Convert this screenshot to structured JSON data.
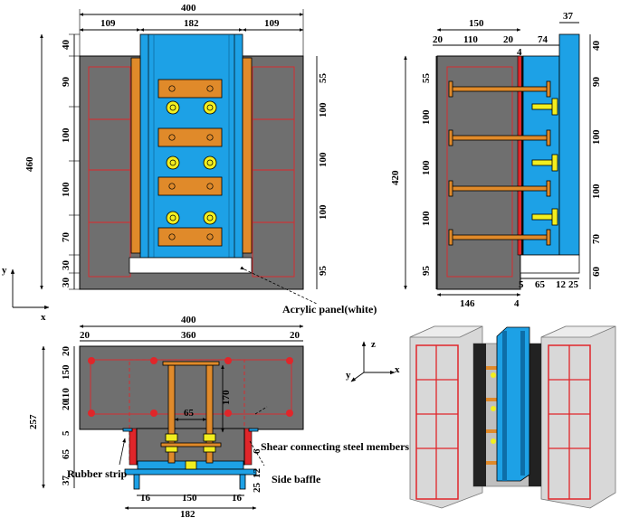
{
  "front_view": {
    "dims_top": {
      "total": "400",
      "left": "109",
      "center": "182",
      "right": "109"
    },
    "dims_left": {
      "total": "460",
      "d1": "40",
      "d2": "90",
      "d3": "100",
      "d4": "100",
      "d5": "70",
      "d6": "30",
      "d7": "30"
    },
    "dims_right": {
      "r1": "55",
      "r2": "100",
      "r3": "100",
      "r4": "100",
      "r5": "95"
    }
  },
  "side_view": {
    "dims_top": {
      "total": "150",
      "a": "20",
      "b": "110",
      "c": "20",
      "d": "4",
      "e": "74",
      "f": "37"
    },
    "dims_left": {
      "total": "420",
      "l1": "55",
      "l2": "100",
      "l3": "100",
      "l4": "100",
      "l5": "95"
    },
    "dims_right": {
      "r0": "40",
      "r1": "90",
      "r2": "100",
      "r3": "100",
      "r4": "70",
      "r5": "60"
    },
    "dims_bottom": {
      "b1": "146",
      "b2": "4",
      "b3": "5",
      "b4": "65",
      "b5": "12",
      "b6": "25"
    }
  },
  "section_view": {
    "dims_top": {
      "total": "400",
      "left": "20",
      "middle": "360",
      "right": "20"
    },
    "dims_left": {
      "total": "257",
      "a": "20",
      "b": "150",
      "c": "110",
      "d": "20",
      "e": "5",
      "f": "65",
      "g": "37"
    },
    "dims_inner": {
      "w": "65",
      "h": "170",
      "s1": "6",
      "s2": "12",
      "s3": "25"
    },
    "dims_bottom": {
      "a": "16",
      "b": "150",
      "c": "16",
      "total": "182"
    }
  },
  "labels": {
    "acrylic": "Acrylic panel(white)",
    "shear": "Shear connecting steel members",
    "side_baffle": "Side baffle",
    "rubber": "Rubber strip"
  },
  "axes": {
    "front": {
      "y": "y",
      "x": "x"
    },
    "iso": {
      "z": "z",
      "y": "y",
      "x": "x"
    }
  },
  "colors": {
    "concrete": "#6f6f6f",
    "steel_column": "#1da1e6",
    "steel_plate": "#e08a2a",
    "bolt": "#f2ee1f",
    "rebar": "#e0262a"
  }
}
